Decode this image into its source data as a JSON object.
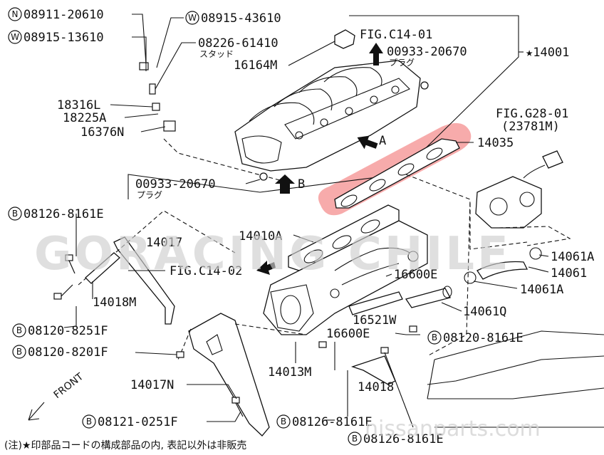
{
  "labels": {
    "n_08911_20610": "08911-20610",
    "w_08915_43610": "08915-43610",
    "w_08915_13610": "08915-13610",
    "p_08226_61410": "08226-61410",
    "stud_jp": "スタッド",
    "p_16164m": "16164M",
    "fig_c14_01": "FIG.C14-01",
    "p_00933_20670_top": "00933-20670",
    "plug_jp_top": "プラグ",
    "p_14001": "★14001",
    "p_18316l": "18316L",
    "p_18225a": "18225A",
    "p_16376n": "16376N",
    "fig_g28_01": "FIG.G28-01",
    "p_23781m": "(23781M)",
    "p_14035": "14035",
    "arrow_a": "A",
    "arrow_b": "B",
    "p_00933_20670_left": "00933-20670",
    "plug_jp_left": "プラグ",
    "b_08126_8161e_left": "08126-8161E",
    "p_14017": "14017",
    "p_14010a": "14010A",
    "fig_c14_02": "FIG.C14-02",
    "p_14061a_top": "14061A",
    "p_14061": "14061",
    "p_14061a_mid": "14061A",
    "p_16600e_top": "16600E",
    "p_14018m": "14018M",
    "p_16521w": "16521W",
    "p_14061q": "14061Q",
    "b_08120_8251f": "08120-8251F",
    "p_16600e_bot": "16600E",
    "b_08120_8161e": "08120-8161E",
    "b_08120_8201f": "08120-8201F",
    "p_14013m": "14013M",
    "p_14017n": "14017N",
    "p_14018": "14018",
    "front": "FRONT",
    "b_08121_0251f": "08121-0251F",
    "b_08126_8161e_mid": "08126-8161E",
    "b_08126_8161e_bot": "08126-8161E",
    "footnote": "(注)★印部品コードの構成部品の内, 表記以外は非販売"
  },
  "circle_letters": {
    "n": "N",
    "w": "W",
    "b": "B"
  },
  "watermarks": {
    "main": "GORACING CHILE",
    "bottom": "nissanparts.com"
  },
  "colors": {
    "highlight": "#ee4444",
    "ink": "#111111",
    "watermark": "#cccccc"
  }
}
